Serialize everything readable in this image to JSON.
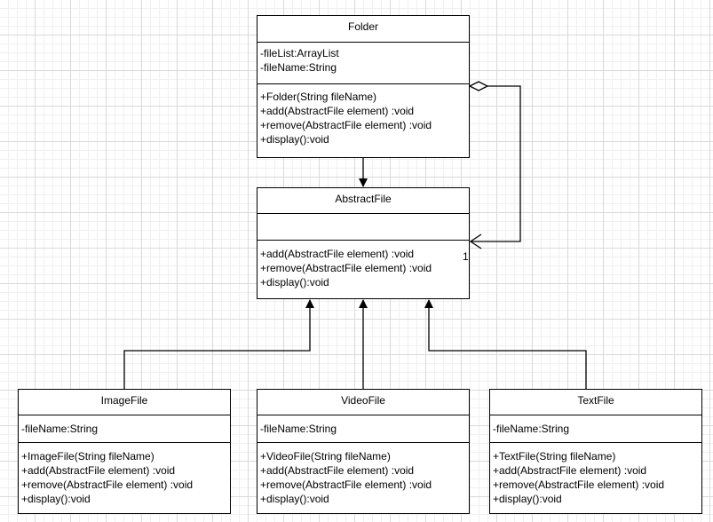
{
  "diagram": {
    "folder": {
      "name": "Folder",
      "attributes": [
        "-fileList:ArrayList",
        "-fileName:String"
      ],
      "methods": [
        "+Folder(String fileName)",
        "+add(AbstractFile element) :void",
        "+remove(AbstractFile element) :void",
        "+display():void"
      ]
    },
    "abstract_file": {
      "name": "AbstractFile",
      "attributes": [],
      "methods": [
        "+add(AbstractFile element) :void",
        "+remove(AbstractFile element) :void",
        "+display():void"
      ]
    },
    "image_file": {
      "name": "ImageFile",
      "attributes": [
        "-fileName:String"
      ],
      "methods": [
        "+ImageFile(String fileName)",
        "+add(AbstractFile element) :void",
        "+remove(AbstractFile element) :void",
        "+display():void"
      ]
    },
    "video_file": {
      "name": "VideoFile",
      "attributes": [
        "-fileName:String"
      ],
      "methods": [
        "+VideoFile(String fileName)",
        "+add(AbstractFile element) :void",
        "+remove(AbstractFile element) :void",
        "+display():void"
      ]
    },
    "text_file": {
      "name": "TextFile",
      "attributes": [
        "-fileName:String"
      ],
      "methods": [
        "+TextFile(String fileName)",
        "+add(AbstractFile element) :void",
        "+remove(AbstractFile element) :void",
        "+display():void"
      ]
    },
    "aggregation_multiplicity": "1"
  },
  "colors": {
    "line": "#000000",
    "grid_major": "#d9d9d9",
    "grid_minor": "#f0f0f0",
    "box_fill": "#ffffff"
  }
}
